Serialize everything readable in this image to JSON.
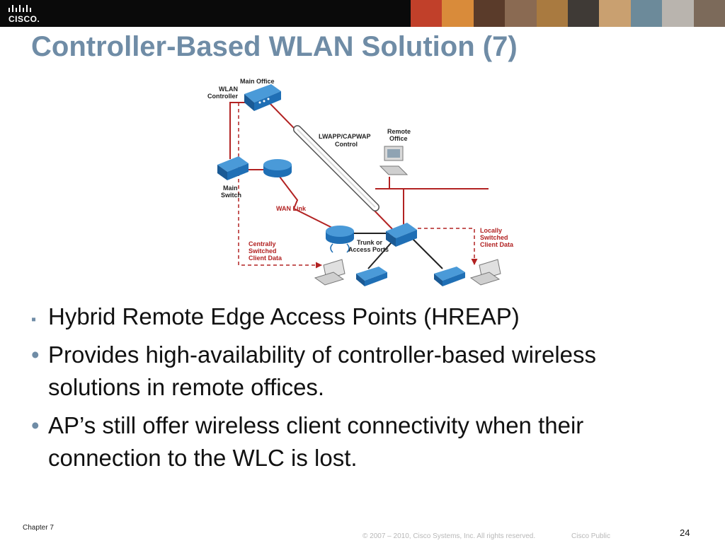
{
  "header": {
    "logo_text": "CISCO.",
    "photo_colors": [
      "#c1402a",
      "#d98b3a",
      "#5a3b2a",
      "#8a6a52",
      "#a97a40",
      "#3f3a36",
      "#c9a070",
      "#6c8a9a",
      "#b9b4ae",
      "#7c6a5a"
    ]
  },
  "title": "Controller-Based WLAN Solution (7)",
  "diagram": {
    "labels": {
      "main_office": "Main Office",
      "wlan_controller_1": "WLAN",
      "wlan_controller_2": "Controller",
      "lwapp_1": "LWAPP/CAPWAP",
      "lwapp_2": "Control",
      "remote_office_1": "Remote",
      "remote_office_2": "Office",
      "main_switch_1": "Main",
      "main_switch_2": "Switch",
      "wan_link": "WAN Link",
      "trunk_1": "Trunk or",
      "trunk_2": "Access Ports",
      "locally_1": "Locally",
      "locally_2": "Switched",
      "locally_3": "Client Data",
      "centrally_1": "Centrally",
      "centrally_2": "Switched",
      "centrally_3": "Client Data"
    },
    "colors": {
      "device": "#1f6fb5",
      "device_light": "#4a9ad8",
      "link": "#b22222",
      "tunnel": "#ffffff"
    }
  },
  "bullets": [
    {
      "marker": "▪",
      "text": "Hybrid Remote Edge Access Points (HREAP)"
    },
    {
      "marker": "•",
      "text": "Provides high-availability of controller-based wireless solutions in remote offices."
    },
    {
      "marker": "•",
      "text": "AP’s still offer wireless client connectivity when their connection to the WLC is lost."
    }
  ],
  "footer": {
    "chapter": "Chapter 7",
    "copyright": "© 2007 – 2010, Cisco Systems, Inc. All rights reserved.",
    "classification": "Cisco Public",
    "page": "24"
  }
}
